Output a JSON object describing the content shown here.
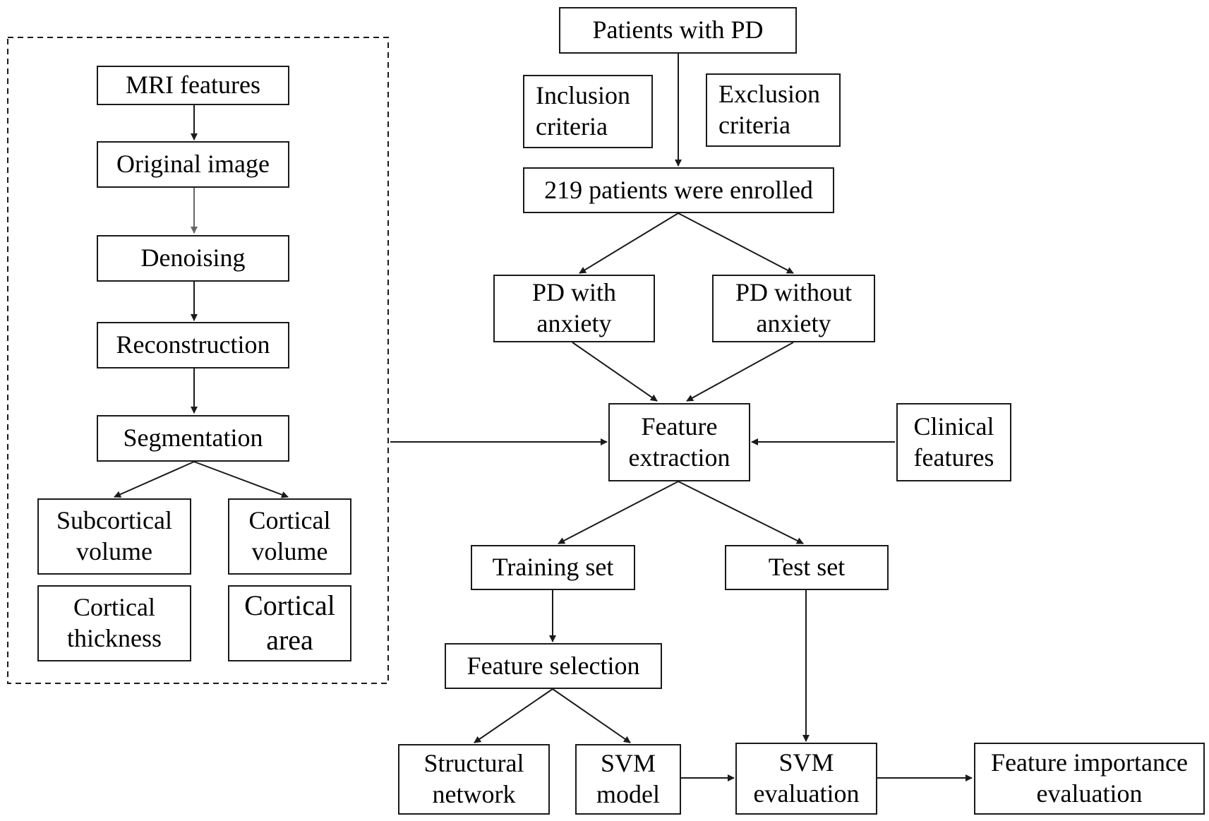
{
  "diagram": {
    "mri_pipeline": {
      "mri_features": "MRI features",
      "original_image": "Original image",
      "denoising": "Denoising",
      "reconstruction": "Reconstruction",
      "segmentation": "Segmentation",
      "subcortical_volume": "Subcortical\nvolume",
      "cortical_volume": "Cortical\nvolume",
      "cortical_thickness": "Cortical\nthickness",
      "cortical_area": "Cortical\narea"
    },
    "patients_with_pd": "Patients with PD",
    "inclusion_criteria": "Inclusion\ncriteria",
    "exclusion_criteria": "Exclusion\ncriteria",
    "enrolled": "219 patients were enrolled",
    "pd_with_anxiety": "PD with\nanxiety",
    "pd_without_anxiety": "PD without\nanxiety",
    "feature_extraction": "Feature\nextraction",
    "clinical_features": "Clinical\nfeatures",
    "training_set": "Training set",
    "test_set": "Test set",
    "feature_selection": "Feature selection",
    "structural_network": "Structural\nnetwork",
    "svm_model": "SVM\nmodel",
    "svm_evaluation": "SVM\nevaluation",
    "feature_importance": "Feature importance\nevaluation"
  },
  "colors": {
    "line": "#1a1a1a",
    "arrow_gray": "#666666",
    "background": "#ffffff"
  }
}
